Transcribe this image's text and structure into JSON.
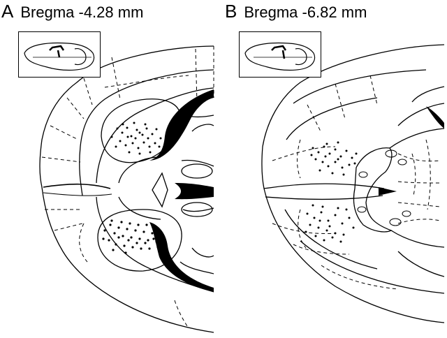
{
  "panels": [
    {
      "letter": "A",
      "title": "Bregma -4.28 mm"
    },
    {
      "letter": "B",
      "title": "Bregma -6.82 mm"
    }
  ],
  "colors": {
    "ink": "#000000",
    "background": "#ffffff"
  }
}
